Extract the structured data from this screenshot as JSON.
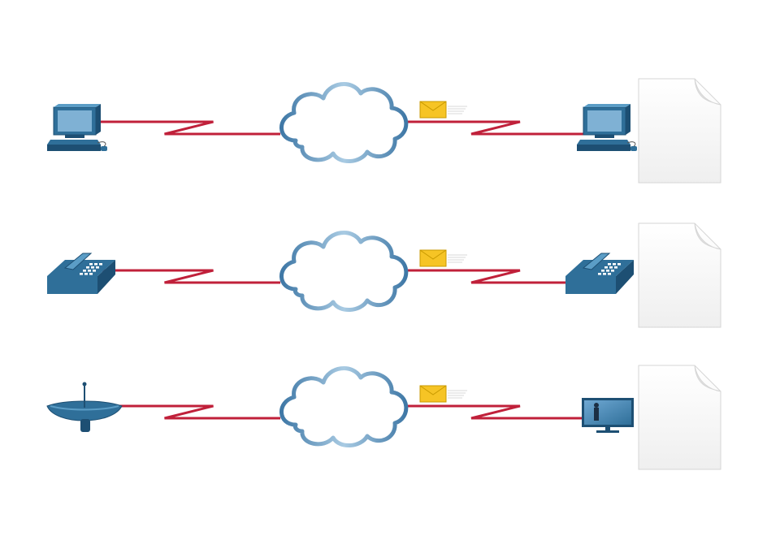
{
  "colors": {
    "link": "#c0203a",
    "device": "#2f6f99",
    "device_dark": "#1d4f73",
    "device_light": "#5b9dc6",
    "screen": "#7fb1d4",
    "cloud_stroke": "#4f86b0",
    "cloud_stroke_light": "#a7c7df",
    "envelope": "#f6c425",
    "envelope_edge": "#c99a00",
    "page_fill": "#f7f7f7",
    "page_edge": "#d6d6d6"
  },
  "rows": [
    {
      "id": "computer",
      "source_icon": "desktop-computer-icon",
      "dest_icon": "desktop-computer-icon",
      "network_icon": "cloud-icon",
      "message_icon": "envelope-icon",
      "document_icon": "blank-document-icon"
    },
    {
      "id": "telephone",
      "source_icon": "ip-phone-icon",
      "dest_icon": "ip-phone-icon",
      "network_icon": "cloud-icon",
      "message_icon": "envelope-icon",
      "document_icon": "blank-document-icon"
    },
    {
      "id": "broadcast",
      "source_icon": "satellite-dish-icon",
      "dest_icon": "television-icon",
      "network_icon": "cloud-icon",
      "message_icon": "envelope-icon",
      "document_icon": "blank-document-icon"
    }
  ]
}
